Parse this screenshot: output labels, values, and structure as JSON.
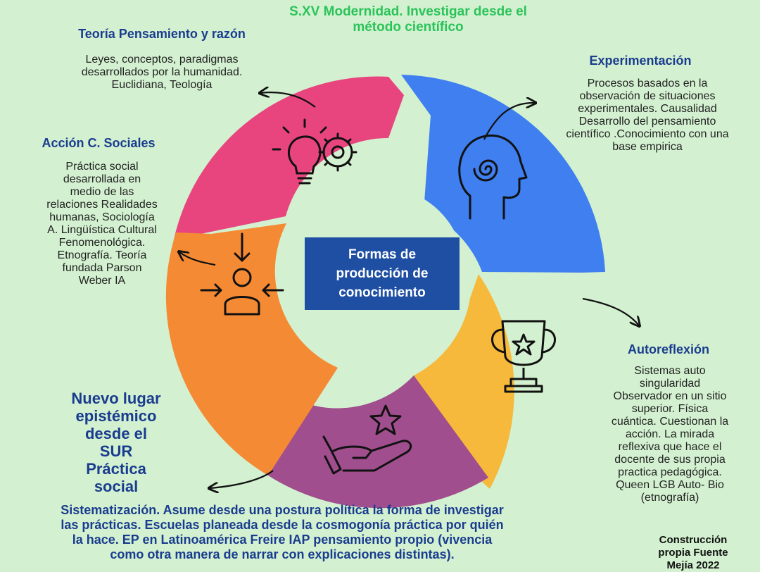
{
  "title": "S.XV Modernidad. Investigar desde el\nmétodo científico",
  "center_label": "Formas de\nproducción de\nconocimiento",
  "sections": {
    "teoria": {
      "heading": "Teoría Pensamiento y razón",
      "text": "Leyes, conceptos, paradigmas\ndesarrollados por la humanidad.\nEuclidiana, Teología"
    },
    "experimentacion": {
      "heading": "Experimentación",
      "text": "Procesos basados en la\nobservación de situaciones\nexperimentales. Causalidad\nDesarrollo del pensamiento\ncientífico .Conocimiento con una\nbase empirica"
    },
    "accion": {
      "heading": "Acción C. Sociales",
      "text": "Práctica social\ndesarrollada en\nmedio de las\nrelaciones Realidades\nhumanas, Sociología\nA. Lingüística Cultural\nFenomenológica.\nEtnografía. Teoría\nfundada Parson\nWeber IA"
    },
    "autoreflexion": {
      "heading": "Autoreflexión",
      "text": "Sistemas auto\nsingularidad\nObservador en un sitio\nsuperior. Física\ncuántica. Cuestionan la\nacción. La mirada\nreflexiva que hace el\ndocente de sus propia\npractica pedagógica.\nQueen LGB Auto- Bio\n(etnografía)"
    },
    "nuevo_lugar": {
      "heading": "Nuevo lugar\nepistémico\ndesde el\nSUR\nPráctica\nsocial"
    },
    "sistematizacion": {
      "text": "Sistematización. Asume desde una postura política la forma de investigar\nlas prácticas. Escuelas planeada desde la cosmogonía práctica por quién\nla hace. EP en Latinoamérica Freire IAP pensamiento propio (vivencia\ncomo otra manera de narrar con explicaciones distintas)."
    }
  },
  "credit": "Construcción\npropia Fuente\nMejía 2022",
  "colors": {
    "background": "#d3f1d0",
    "pink": "#e8457f",
    "blue": "#3f7ff0",
    "yellow": "#f6b93b",
    "purple": "#a04e8e",
    "orange": "#f58a34",
    "center": "#1e4fa3",
    "heading": "#1a3c8f",
    "title": "#2cc35a"
  },
  "icons": [
    "lightbulb-gear-icon",
    "head-spiral-icon",
    "trophy-icon",
    "hand-star-icon",
    "person-arrows-icon"
  ]
}
